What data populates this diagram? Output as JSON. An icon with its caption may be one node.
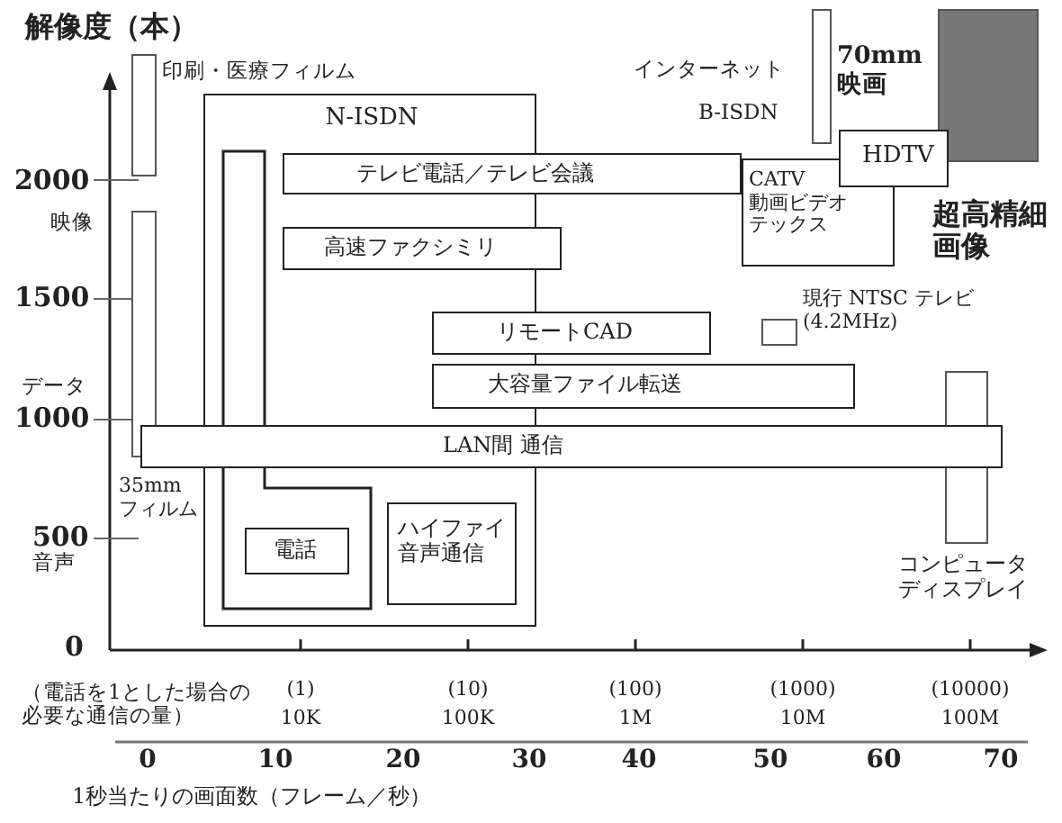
{
  "diagram": {
    "nodes": [
      {
        "text": [
          "N-ISDN"
        ]
      },
      {
        "text": [],
        "shape": "box",
        "in": 0
      },
      {
        "text": [
          "テレビ電話／テレビ会議"
        ]
      },
      {
        "text": [
          "高速ファクシミリ"
        ]
      },
      {
        "text": [
          "リモートCAD"
        ]
      },
      {
        "text": [
          "大容量ファイル転送"
        ]
      },
      {
        "text": [
          "LAN間 通信"
        ]
      },
      {
        "text": [
          "電話"
        ],
        "in": 1
      },
      {
        "text": [
          "ハイファイ音声通信"
        ],
        "in": 0
      },
      {
        "text": [
          "CATV 動画ビデオテックス"
        ]
      },
      {
        "text": [
          "HDTV"
        ]
      },
      {
        "text": [
          "超高精細画像"
        ]
      },
      {
        "text": [
          "70mm 映画"
        ]
      },
      {
        "text": [
          "印刷・医療フィルム"
        ]
      },
      {
        "text": [
          "35mm フィルム"
        ]
      },
      {
        "text": [
          "現行 NTSC テレビ(4.2MHz)"
        ]
      },
      {
        "text": [
          "コンピュータディスプレイ"
        ]
      }
    ],
    "labels": [
      "解像度（本）",
      "2000",
      "映像",
      "1500",
      "データ",
      "1000",
      "500",
      "音声",
      "0",
      "インターネット",
      "B-ISDN",
      "（電話を1とした場合の必要な通信の量）",
      "(1)",
      "10K",
      "(10)",
      "100K",
      "(100)",
      "1M",
      "(1000)",
      "10M",
      "(10000)",
      "100M",
      "0",
      "10",
      "20",
      "30",
      "40",
      "50",
      "60",
      "70",
      "1秒当たりの画面数（フレーム／秒）"
    ]
  }
}
